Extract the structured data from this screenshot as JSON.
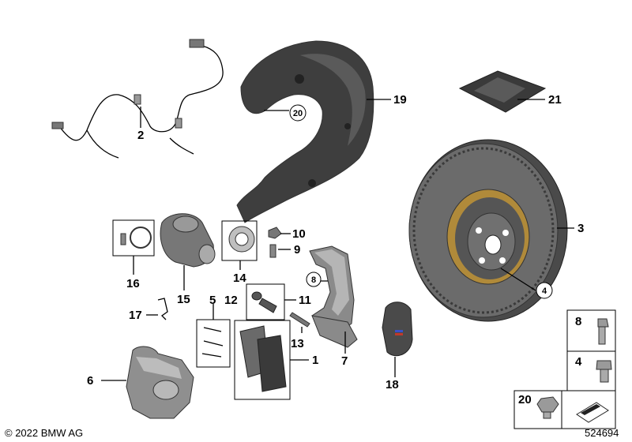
{
  "callouts": {
    "c1": "1",
    "c2": "2",
    "c3": "3",
    "c4": "4",
    "c5": "5",
    "c6": "6",
    "c7": "7",
    "c8": "8",
    "c9": "9",
    "c10": "10",
    "c11": "11",
    "c12": "12",
    "c13": "13",
    "c14": "14",
    "c15": "15",
    "c16": "16",
    "c17": "17",
    "c18": "18",
    "c19": "19",
    "c20": "20",
    "c21": "21"
  },
  "circled_callouts": {
    "c20": "20",
    "c4": "4",
    "c8": "8"
  },
  "side_panel": {
    "p8": "8",
    "p4": "4",
    "p20": "20"
  },
  "footer": {
    "copyright": "© 2022 BMW AG",
    "diagram_number": "524694"
  },
  "colors": {
    "dark_part": "#3f3f3f",
    "mid_part": "#8a8a8a",
    "light_part": "#c8c8c8",
    "blue_stripe": "#3a4fc8",
    "red_stripe": "#c0392b"
  }
}
